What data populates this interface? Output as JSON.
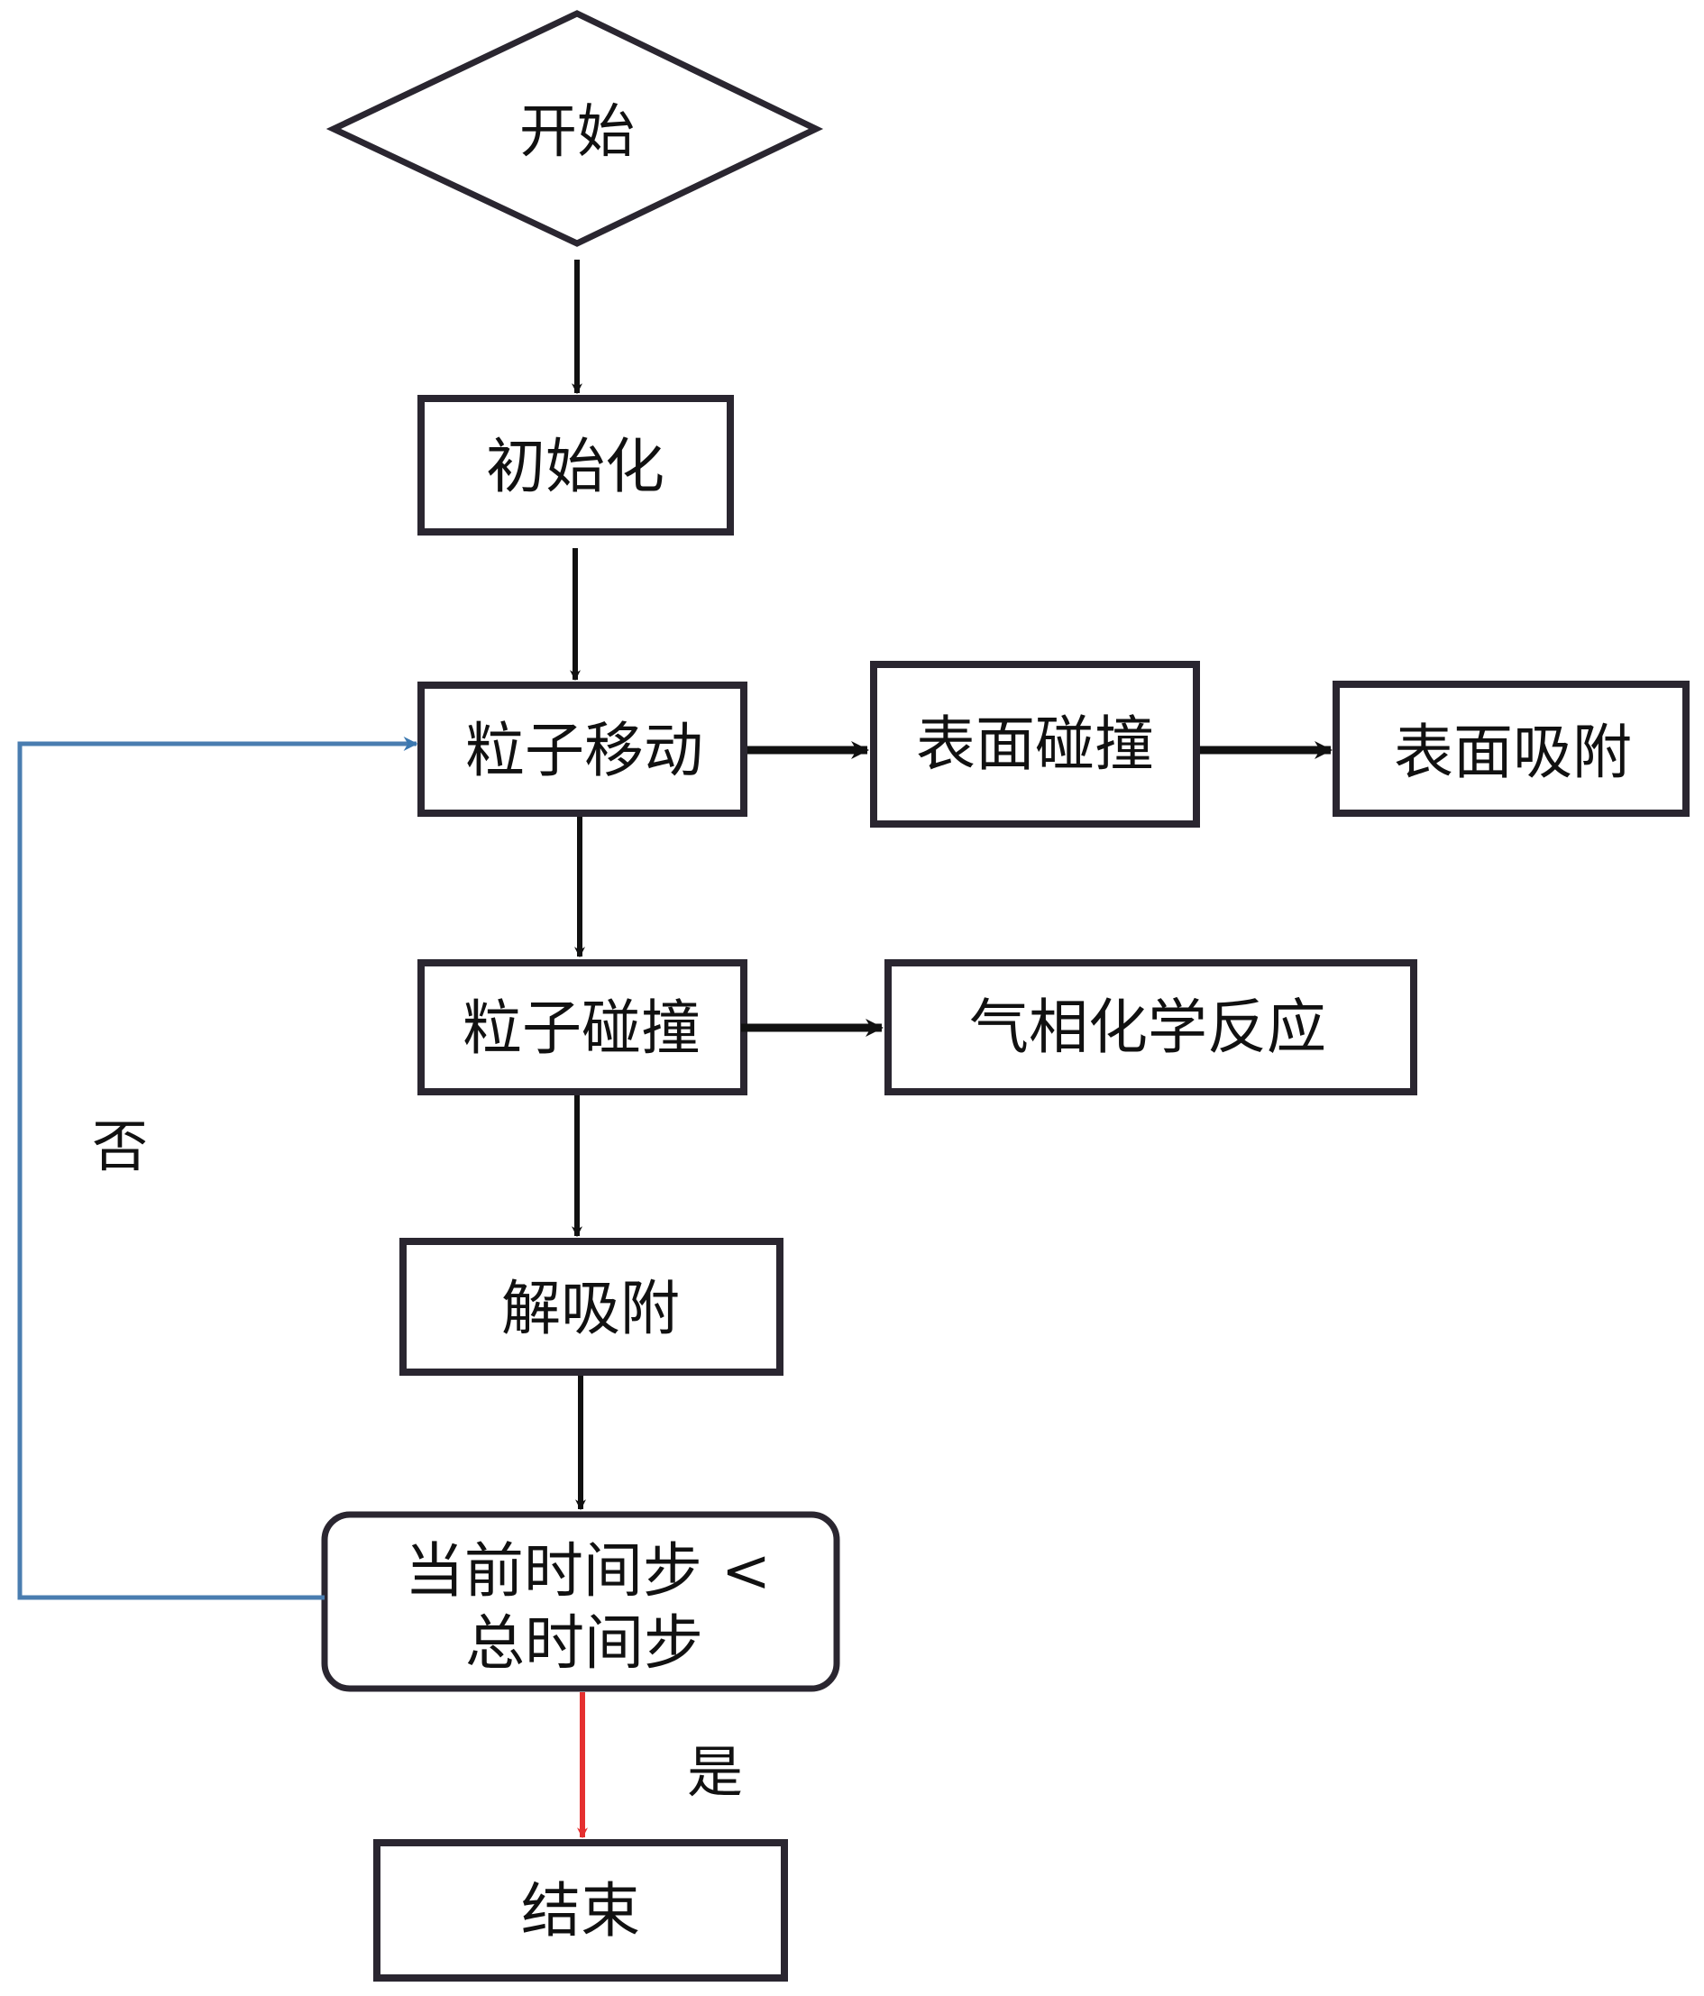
{
  "diagram": {
    "type": "flowchart",
    "colors": {
      "stroke": "#231f2a",
      "loop_line": "#4a7db0",
      "yes_arrow": "#e53030",
      "text": "#111111"
    },
    "nodes": {
      "start": "开始",
      "init": "初始化",
      "particle_move": "粒子移动",
      "surface_collision": "表面碰撞",
      "surface_adsorption": "表面吸附",
      "particle_collision": "粒子碰撞",
      "gas_reaction": "气相化学反应",
      "desorption": "解吸附",
      "condition_line1": "当前时间步 <",
      "condition_line2": "总时间步",
      "end": "结束"
    },
    "labels": {
      "no": "否",
      "yes": "是"
    },
    "edges": [
      {
        "from": "start",
        "to": "init"
      },
      {
        "from": "init",
        "to": "particle_move"
      },
      {
        "from": "particle_move",
        "to": "surface_collision"
      },
      {
        "from": "surface_collision",
        "to": "surface_adsorption"
      },
      {
        "from": "particle_move",
        "to": "particle_collision"
      },
      {
        "from": "particle_collision",
        "to": "gas_reaction"
      },
      {
        "from": "particle_collision",
        "to": "desorption"
      },
      {
        "from": "desorption",
        "to": "condition"
      },
      {
        "from": "condition",
        "to": "particle_move",
        "label": "否"
      },
      {
        "from": "condition",
        "to": "end",
        "label": "是"
      }
    ]
  }
}
